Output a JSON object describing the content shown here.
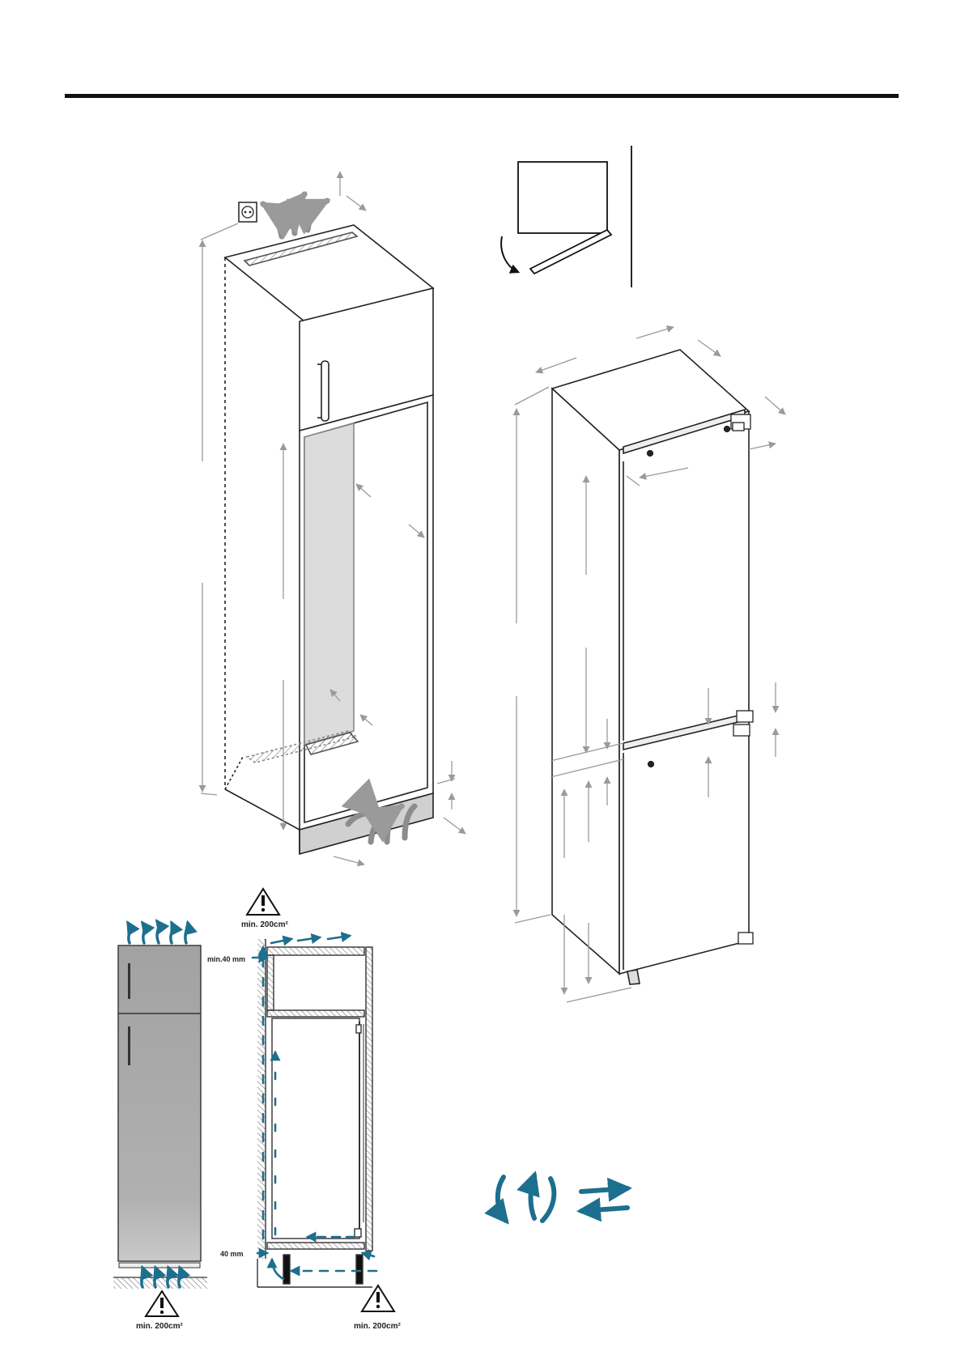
{
  "labels": {
    "vent_min_top": "min. 200cm²",
    "vent_min_bottom_left": "min. 200cm²",
    "vent_min_bottom_right": "min. 200cm²",
    "gap_top": "min.40 mm",
    "gap_bottom": "40 mm"
  },
  "colors": {
    "line": "#111111",
    "dim": "#9a9a9a",
    "airflow": "#1d6f8e",
    "fridge_body": "#a9a9a9",
    "hatch": "#8a8a8a",
    "panel": "#dcdcdc"
  },
  "icons": [
    "warning-icon",
    "power-socket-icon",
    "airflow-arrows-icon",
    "rotate-arrow-icon"
  ]
}
